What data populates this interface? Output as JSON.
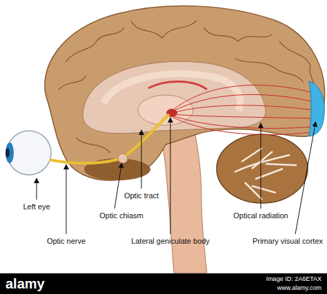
{
  "diagram": {
    "labels": [
      "Left eye",
      "Optic nerve",
      "Optic chiasm",
      "Optic tract",
      "Lateral geniculate body",
      "Optical radiation",
      "Primary visual cortex",
      "alamy",
      "Image ID: 2A6ETAX",
      "www.alamy.com"
    ]
  }
}
